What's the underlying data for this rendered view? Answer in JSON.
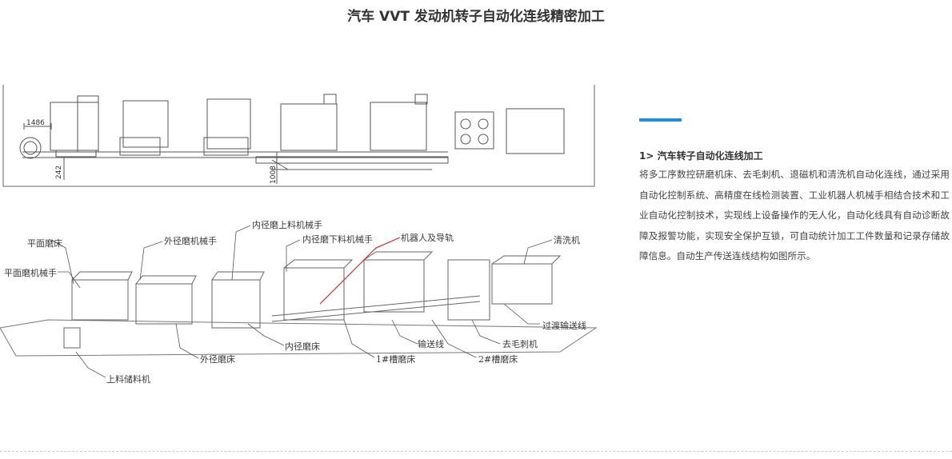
{
  "page": {
    "title": "汽车 VVT 发动机转子自动化连线精密加工"
  },
  "diagram": {
    "dimensions": {
      "d1": "1486",
      "d2": "242",
      "d3": "1008"
    },
    "labels": {
      "flat_grinder": "平面磨床",
      "flat_grinder_arm": "平面磨机械手",
      "od_grinder_arm": "外径磨机械手",
      "id_load_arm": "内径磨上料机械手",
      "id_unload_arm": "内径磨下料机械手",
      "robot_rail": "机器人及导轨",
      "washer": "清洗机",
      "transfer_line": "过渡输送线",
      "deburr": "去毛刺机",
      "conveyor": "输送线",
      "slot_grinder_2": "2#槽磨床",
      "slot_grinder_1": "1#槽磨床",
      "id_grinder": "内径磨床",
      "od_grinder": "外径磨床",
      "feeder": "上料储料机"
    },
    "pointer_color": "#e02020"
  },
  "side": {
    "accent_color": "#1e8fd8",
    "heading": "1> 汽车转子自动化连线加工",
    "body": "将多工序数控研磨机床、去毛刺机、退磁机和清洗机自动化连线，通过采用自动化控制系统、高精度在线检测装置、工业机器人机械手相结合技术和工业自动化控制技术，实现线上设备操作的无人化，自动化线具有自动诊断故障及报警功能，实现安全保护互锁，可自动统计加工工件数量和记录存储故障信息。自动生产传送连线结构如图所示。"
  }
}
